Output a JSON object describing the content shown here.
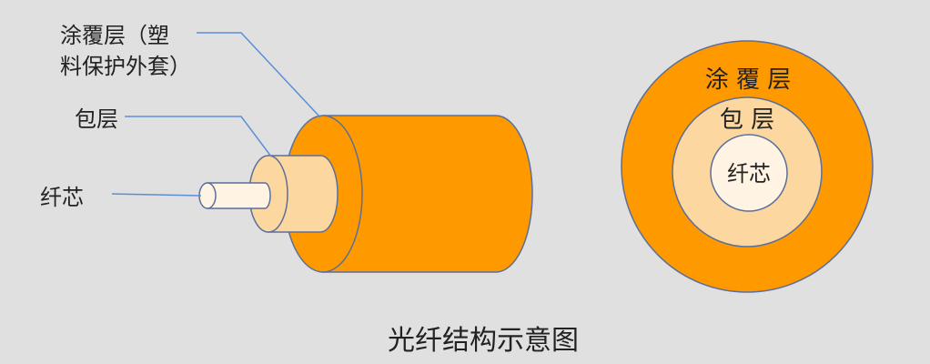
{
  "labels": {
    "coating_line1": "涂覆层（塑",
    "coating_line2": "料保护外套）",
    "cladding": "包层",
    "core": "纤芯"
  },
  "cross_section": {
    "coating": "涂 覆 层",
    "cladding": "包 层",
    "core": "纤芯"
  },
  "caption": "光纤结构示意图",
  "colors": {
    "background": "#e0e0e0",
    "coating": "#ff9900",
    "cladding": "#fdd7a0",
    "core": "#fff3e3",
    "outline": "#5b6f99",
    "leader_line": "#5b8fd8",
    "text": "#222222"
  }
}
